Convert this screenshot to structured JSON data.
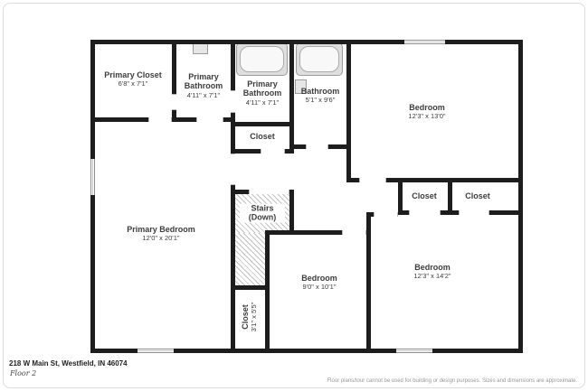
{
  "meta": {
    "address": "218 W Main St, Westfield, IN 46074",
    "floor_label": "Floor 2",
    "disclaimer": "Floor plans/tour cannot be used for building or design purposes. Sizes and dimensions are approximate."
  },
  "colors": {
    "wall": "#1d1d1d",
    "hatch_line": "#c2c2c2",
    "fixture_fill": "#e6e6e6",
    "text": "#3c3c3c"
  },
  "fixtures": [
    "sink",
    "bathtub",
    "bathtub",
    "sink"
  ],
  "rooms": [
    {
      "name": "Primary Closet",
      "dims": "6'8\" x 7'1\""
    },
    {
      "name": "Primary Bathroom",
      "dims": "4'11\" x 7'1\""
    },
    {
      "name": "Primary Bathroom",
      "dims": "4'11\" x 7'1\""
    },
    {
      "name": "Bathroom",
      "dims": "5'1\" x 9'6\""
    },
    {
      "name": "Bedroom",
      "dims": "12'3\" x 13'0\""
    },
    {
      "name": "Closet",
      "dims": ""
    },
    {
      "name": "Closet",
      "dims": ""
    },
    {
      "name": "Closet",
      "dims": ""
    },
    {
      "name": "Primary Bedroom",
      "dims": "12'0\" x 20'1\""
    },
    {
      "name": "Stairs",
      "dims": "(Down)"
    },
    {
      "name": "Bedroom",
      "dims": "9'0\" x 10'1\""
    },
    {
      "name": "Bedroom",
      "dims": "12'3\" x 14'2\""
    },
    {
      "name": "Closet",
      "dims": "3'1\" x 5'5\""
    }
  ]
}
